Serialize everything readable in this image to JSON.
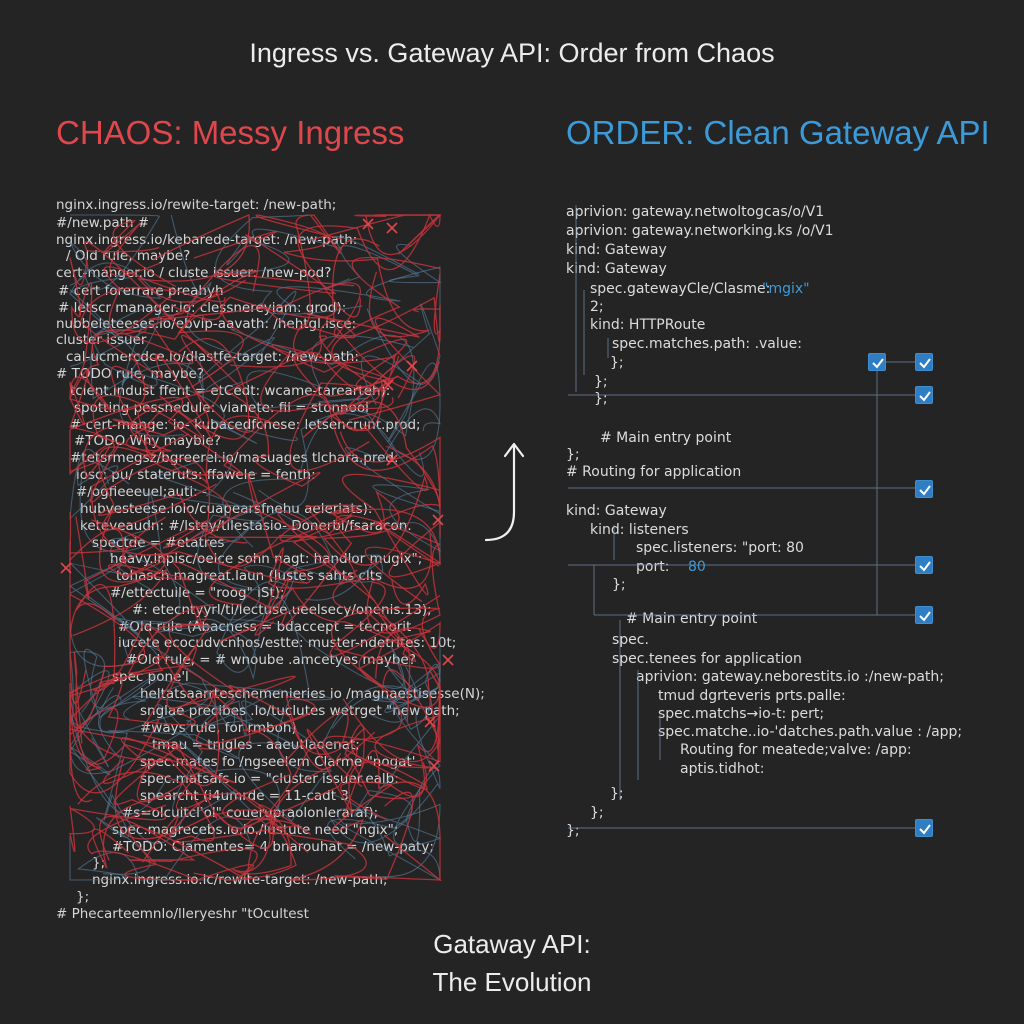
{
  "title": "Ingress vs. Gateway API: Order from Chaos",
  "chaos": {
    "heading": "CHAOS: Messy Ingress",
    "lines": [
      "nginx.ingress.io/rewite-target: /new-path;",
      "#/new.path #",
      "nginx.ingress.io/kebarede-target: /new-path:",
      "/ Old rule, maybe?",
      "cert-manger.io / cluste issuer: /new-pod?",
      "# cert forerrare preahyh",
      "# letscr manager.io: clessnereyiam: grod):",
      "nubbeleteeses.io/ebvip-aavath: /hehtgl.isce:",
      "cluster issuer",
      "cal-ucmercdce.lo/dlastfe-target: /new-path:",
      "# TODO rule, maybe?",
      "tcient.indust ffent = etCedt: wcame-tarearteh):",
      "spotting pessnedule: vianete: fil = stonnool",
      "# cert-mange: io- kubacedfcnese: letsencrunt.prod;",
      "#TODO Why maybie?",
      "#tetsrmegsz/bgreerel.io/masuages tlchara.pred:",
      "iosc: pu/ stateruts: ffawele = fenth:",
      "#/ogfieeeuel;auti: -",
      "hubvesteese.lolo/cuapearsfnehu aeleriats):",
      "keteveaudn: #/lstey/tilestasio- Donerbl/fsaracon.",
      "spectde = #etatres",
      "heavy.inpisc/oeice sohn nagt: handlor mugix\";",
      "tohasch magreat.laun (lustes sahts clts",
      "#/ettectuile = \"roog\" iSt);",
      "#: etecntyyrl/ti/lectuse.ueelsecy/onenis.13);",
      "#Old rule (Abacness = bdaccept = tecnorit",
      "iucete ecocudvcnhos/estte: muster-ndetrites: 10t;",
      "#Old rule, = # wnoube .amcetyes maybe?",
      "spec pone'l",
      "heltatsaarrteschemenieries io /magnaestisesse(N);",
      "snglae precibes .lo/tuclutes wetrget \"new path;",
      "#ways rule, for rmboh)",
      "tmau = tnigles - aaeutlaoenat;",
      "spec.mates fo /ngseelem Clarme \"nogat'",
      "spec.matsafs io = \"cluster issuer.ealb:",
      "spearcht (i4umrde = 11-cadt 3",
      "#s=olcuitcl'ol\" couerupraolonleraraf);",
      "spec.magrecebs.io.lo./lustute need \"ngix\";",
      "#TODO: Clamentes= 4 bnarouhat = /new-paty;",
      "};",
      "nginx.ingress.io.lc/rewite-target: /new-path;",
      "};",
      "# Phecarteemnlo/lleryeshr \"tOcultest"
    ]
  },
  "order": {
    "heading": "ORDER: Clean Gateway API",
    "lines": [
      "aprivion: gateway.netwoltogcas/o/V1",
      "aprivion: gateway.networking.ks /o/V1",
      "kind: Gateway",
      "kind: Gateway",
      "spec.gatewayCle/Clasme:",
      "\"mgix\"",
      "2;",
      "kind: HTTPRoute",
      "spec.matches.path: .value:",
      "};",
      "};",
      "};",
      "# Main entry point",
      "};",
      "# Routing for application",
      "kind: Gateway",
      "kind: listeners",
      "spec.listeners: \"port: 80",
      "port:",
      "80",
      "};",
      "# Main entry point",
      "spec.",
      "spec.tenees for application",
      "aprivion: gateway.neborestits.io :/new-path;",
      "tmud dgrteveris prts.palle:",
      "spec.matchs→io-t: pert;",
      "spec.matche..io-'datches.path.value : /app;",
      "Routing for meatede;valve: /app:",
      "aptis.tidhot:",
      "};",
      "};",
      "};"
    ]
  },
  "footer": {
    "line1": "Gataway API:",
    "line2": "The Evolution"
  },
  "colors": {
    "chaos": "#e0474c",
    "order": "#3d9ad8",
    "scribble_red": "#c9343c",
    "scribble_blue": "#5c86a8",
    "check": "#2f7ec4"
  }
}
